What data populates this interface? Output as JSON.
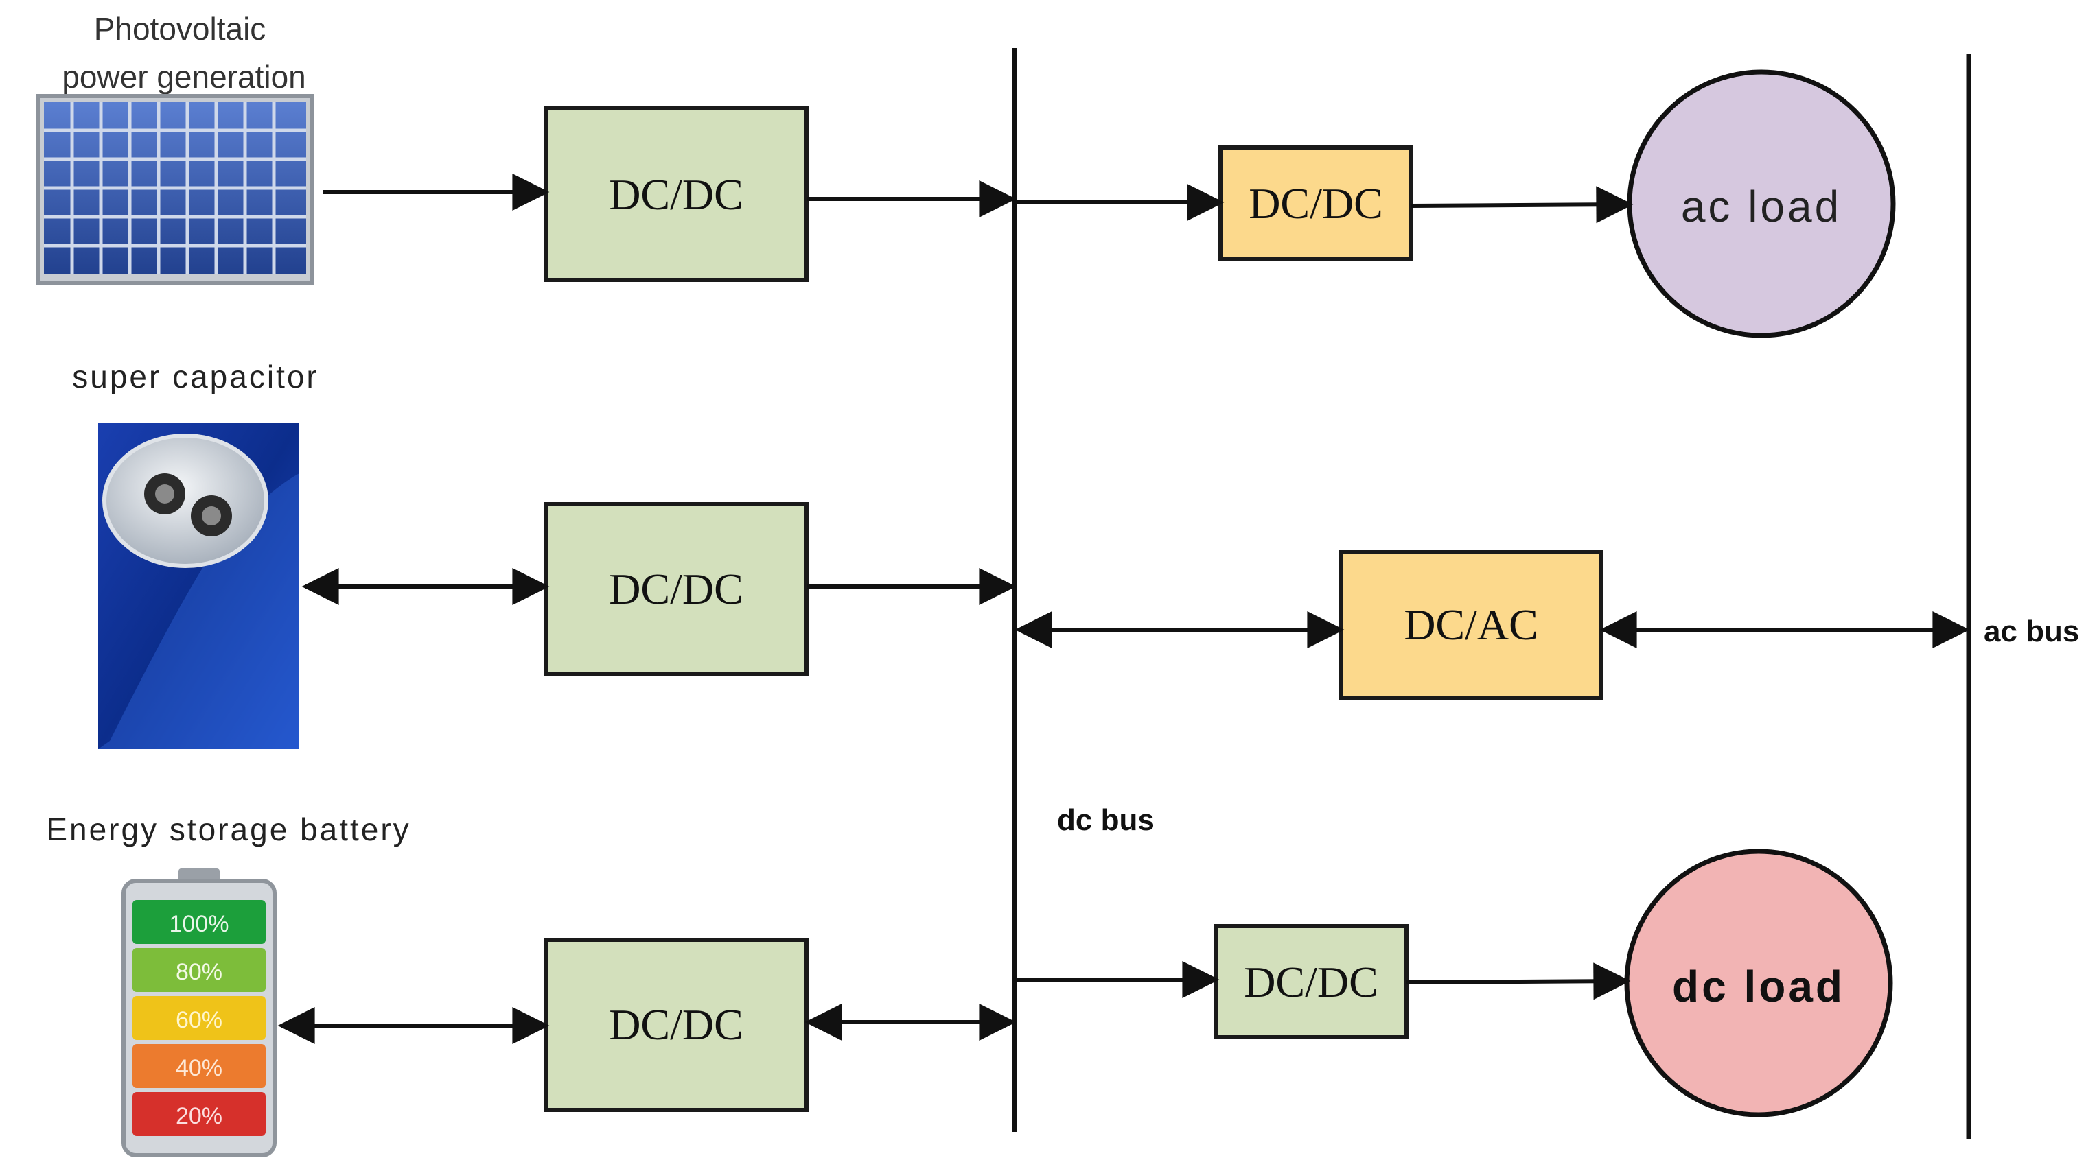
{
  "sources": {
    "pv_label_line1": "Photovoltaic",
    "pv_label_line2": "power generation",
    "supercap_label": "super capacitor",
    "battery_label": "Energy storage battery",
    "battery_levels": [
      "100%",
      "80%",
      "60%",
      "40%",
      "20%"
    ]
  },
  "converters": {
    "pv_dcdc": "DC/DC",
    "supercap_dcdc": "DC/DC",
    "battery_dcdc": "DC/DC",
    "acload_dcdc": "DC/DC",
    "dcac": "DC/AC",
    "dcload_dcdc": "DC/DC"
  },
  "loads": {
    "ac_load": "ac load",
    "dc_load": "dc load"
  },
  "buses": {
    "dc_bus": "dc bus",
    "ac_bus": "ac bus"
  },
  "colors": {
    "converter_green": "#d3e0bc",
    "converter_orange": "#fcd98c",
    "ac_load_fill": "#d6c8df",
    "dc_load_fill": "#f2b4b4",
    "line": "#111111"
  }
}
